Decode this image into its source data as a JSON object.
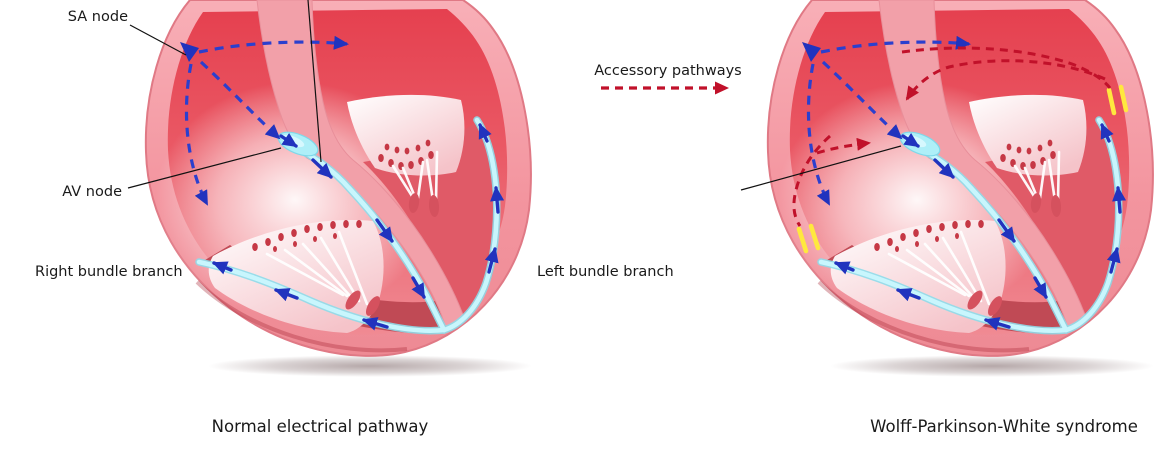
{
  "diagram": {
    "title_hint": "Cardiac conduction comparison",
    "panels": [
      {
        "id": "normal",
        "caption": "Normal electrical pathway",
        "labels": {
          "sa_node": "SA node",
          "av_node": "AV node",
          "right_bundle_branch": "Right bundle branch",
          "left_bundle_branch": "Left bundle branch"
        }
      },
      {
        "id": "wpw",
        "caption": "Wolff-Parkinson-White syndrome",
        "labels": {
          "accessory_pathways": "Accessory pathways"
        }
      }
    ],
    "colors": {
      "normal_pathway_blue": "#2B3FCE",
      "flow_arrow_blue": "#2133BE",
      "accessory_pathway_red": "#C1112A",
      "conduction_fiber_cyan": "#AEEFF8",
      "accessory_site_yellow": "#FFE83E",
      "heart_wall_pink": "#F5A2AA",
      "atrium_red": "#E5404F",
      "label_text": "#1a1a1a"
    }
  }
}
